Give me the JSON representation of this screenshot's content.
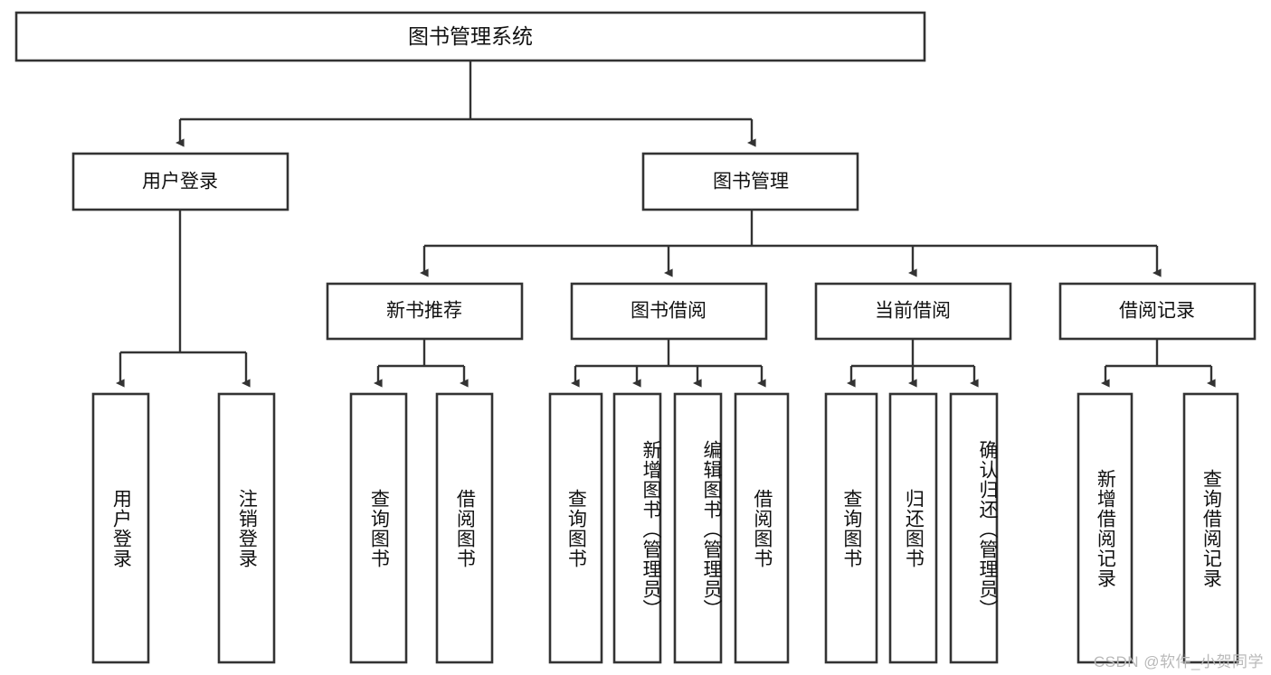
{
  "diagram": {
    "type": "tree-hierarchy",
    "title_node": {
      "label": "图书管理系统"
    },
    "level2": [
      {
        "label": "用户登录"
      },
      {
        "label": "图书管理"
      }
    ],
    "level3": [
      {
        "label": "新书推荐"
      },
      {
        "label": "图书借阅"
      },
      {
        "label": "当前借阅"
      },
      {
        "label": "借阅记录"
      }
    ],
    "leaves": {
      "user_login": [
        {
          "label": "用户登录"
        },
        {
          "label": "注销登录"
        }
      ],
      "new_book_recommend": [
        {
          "label": "查询图书"
        },
        {
          "label": "借阅图书"
        }
      ],
      "book_borrow": [
        {
          "label": "查询图书"
        },
        {
          "label": "新增图书（管理员）"
        },
        {
          "label": "编辑图书（管理员）"
        },
        {
          "label": "借阅图书"
        }
      ],
      "current_borrow": [
        {
          "label": "查询图书"
        },
        {
          "label": "归还图书"
        },
        {
          "label": "确认归还（管理员）"
        }
      ],
      "borrow_record": [
        {
          "label": "新增借阅记录"
        },
        {
          "label": "查询借阅记录"
        }
      ]
    }
  },
  "watermark": {
    "text": "CSDN @软件_小贺同学"
  },
  "colors": {
    "stroke": "#333333",
    "text": "#111111",
    "background": "#ffffff",
    "watermark": "#b9b9b9"
  }
}
